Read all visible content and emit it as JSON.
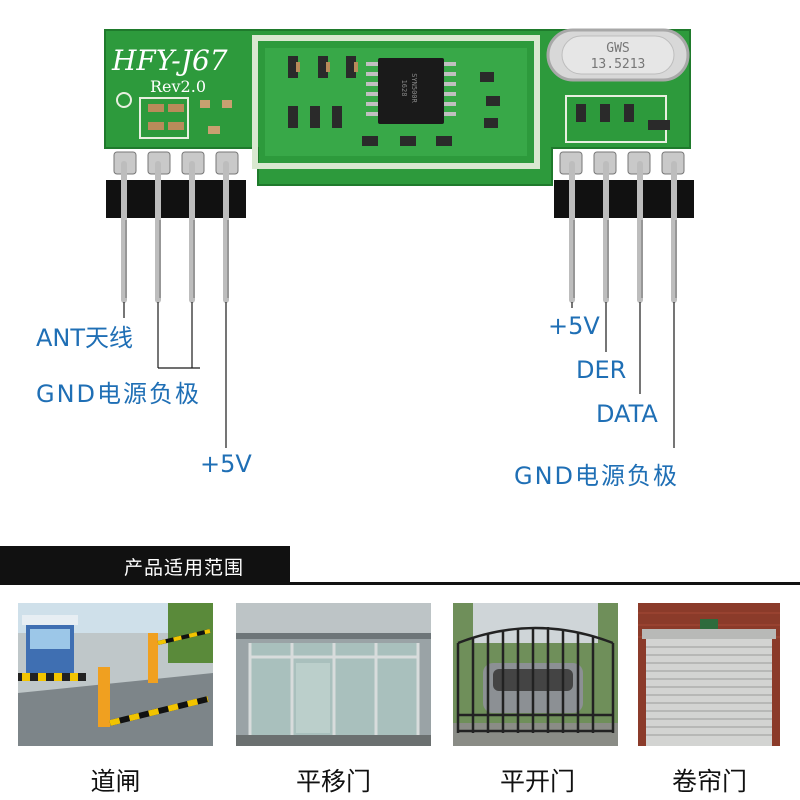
{
  "module": {
    "model": "HFY-J67",
    "rev": "Rev2.0",
    "crystal_line1": "GWS",
    "crystal_line2": "13.5213",
    "chip_line1": "SYN500R",
    "chip_line2": "1628",
    "colors": {
      "pcb": "#2d9a3c",
      "pcb_edge": "#1f7a2c",
      "pin_header": "#111111",
      "pin": "#c8c8c8",
      "label": "#1f6fb5"
    }
  },
  "pins_left": [
    {
      "label": "ANT天线"
    },
    {
      "label": "GND电源负极"
    },
    {
      "label": "+5V"
    }
  ],
  "pins_right": [
    {
      "label": "+5V"
    },
    {
      "label": "DER"
    },
    {
      "label": "DATA"
    },
    {
      "label": "GND电源负极"
    }
  ],
  "section": {
    "title": "产品适用范围"
  },
  "applications": [
    {
      "caption": "道闸",
      "icon": "barrier-gate-photo"
    },
    {
      "caption": "平移门",
      "icon": "sliding-door-photo"
    },
    {
      "caption": "平开门",
      "icon": "swing-gate-photo"
    },
    {
      "caption": "卷帘门",
      "icon": "rolling-shutter-photo"
    }
  ]
}
